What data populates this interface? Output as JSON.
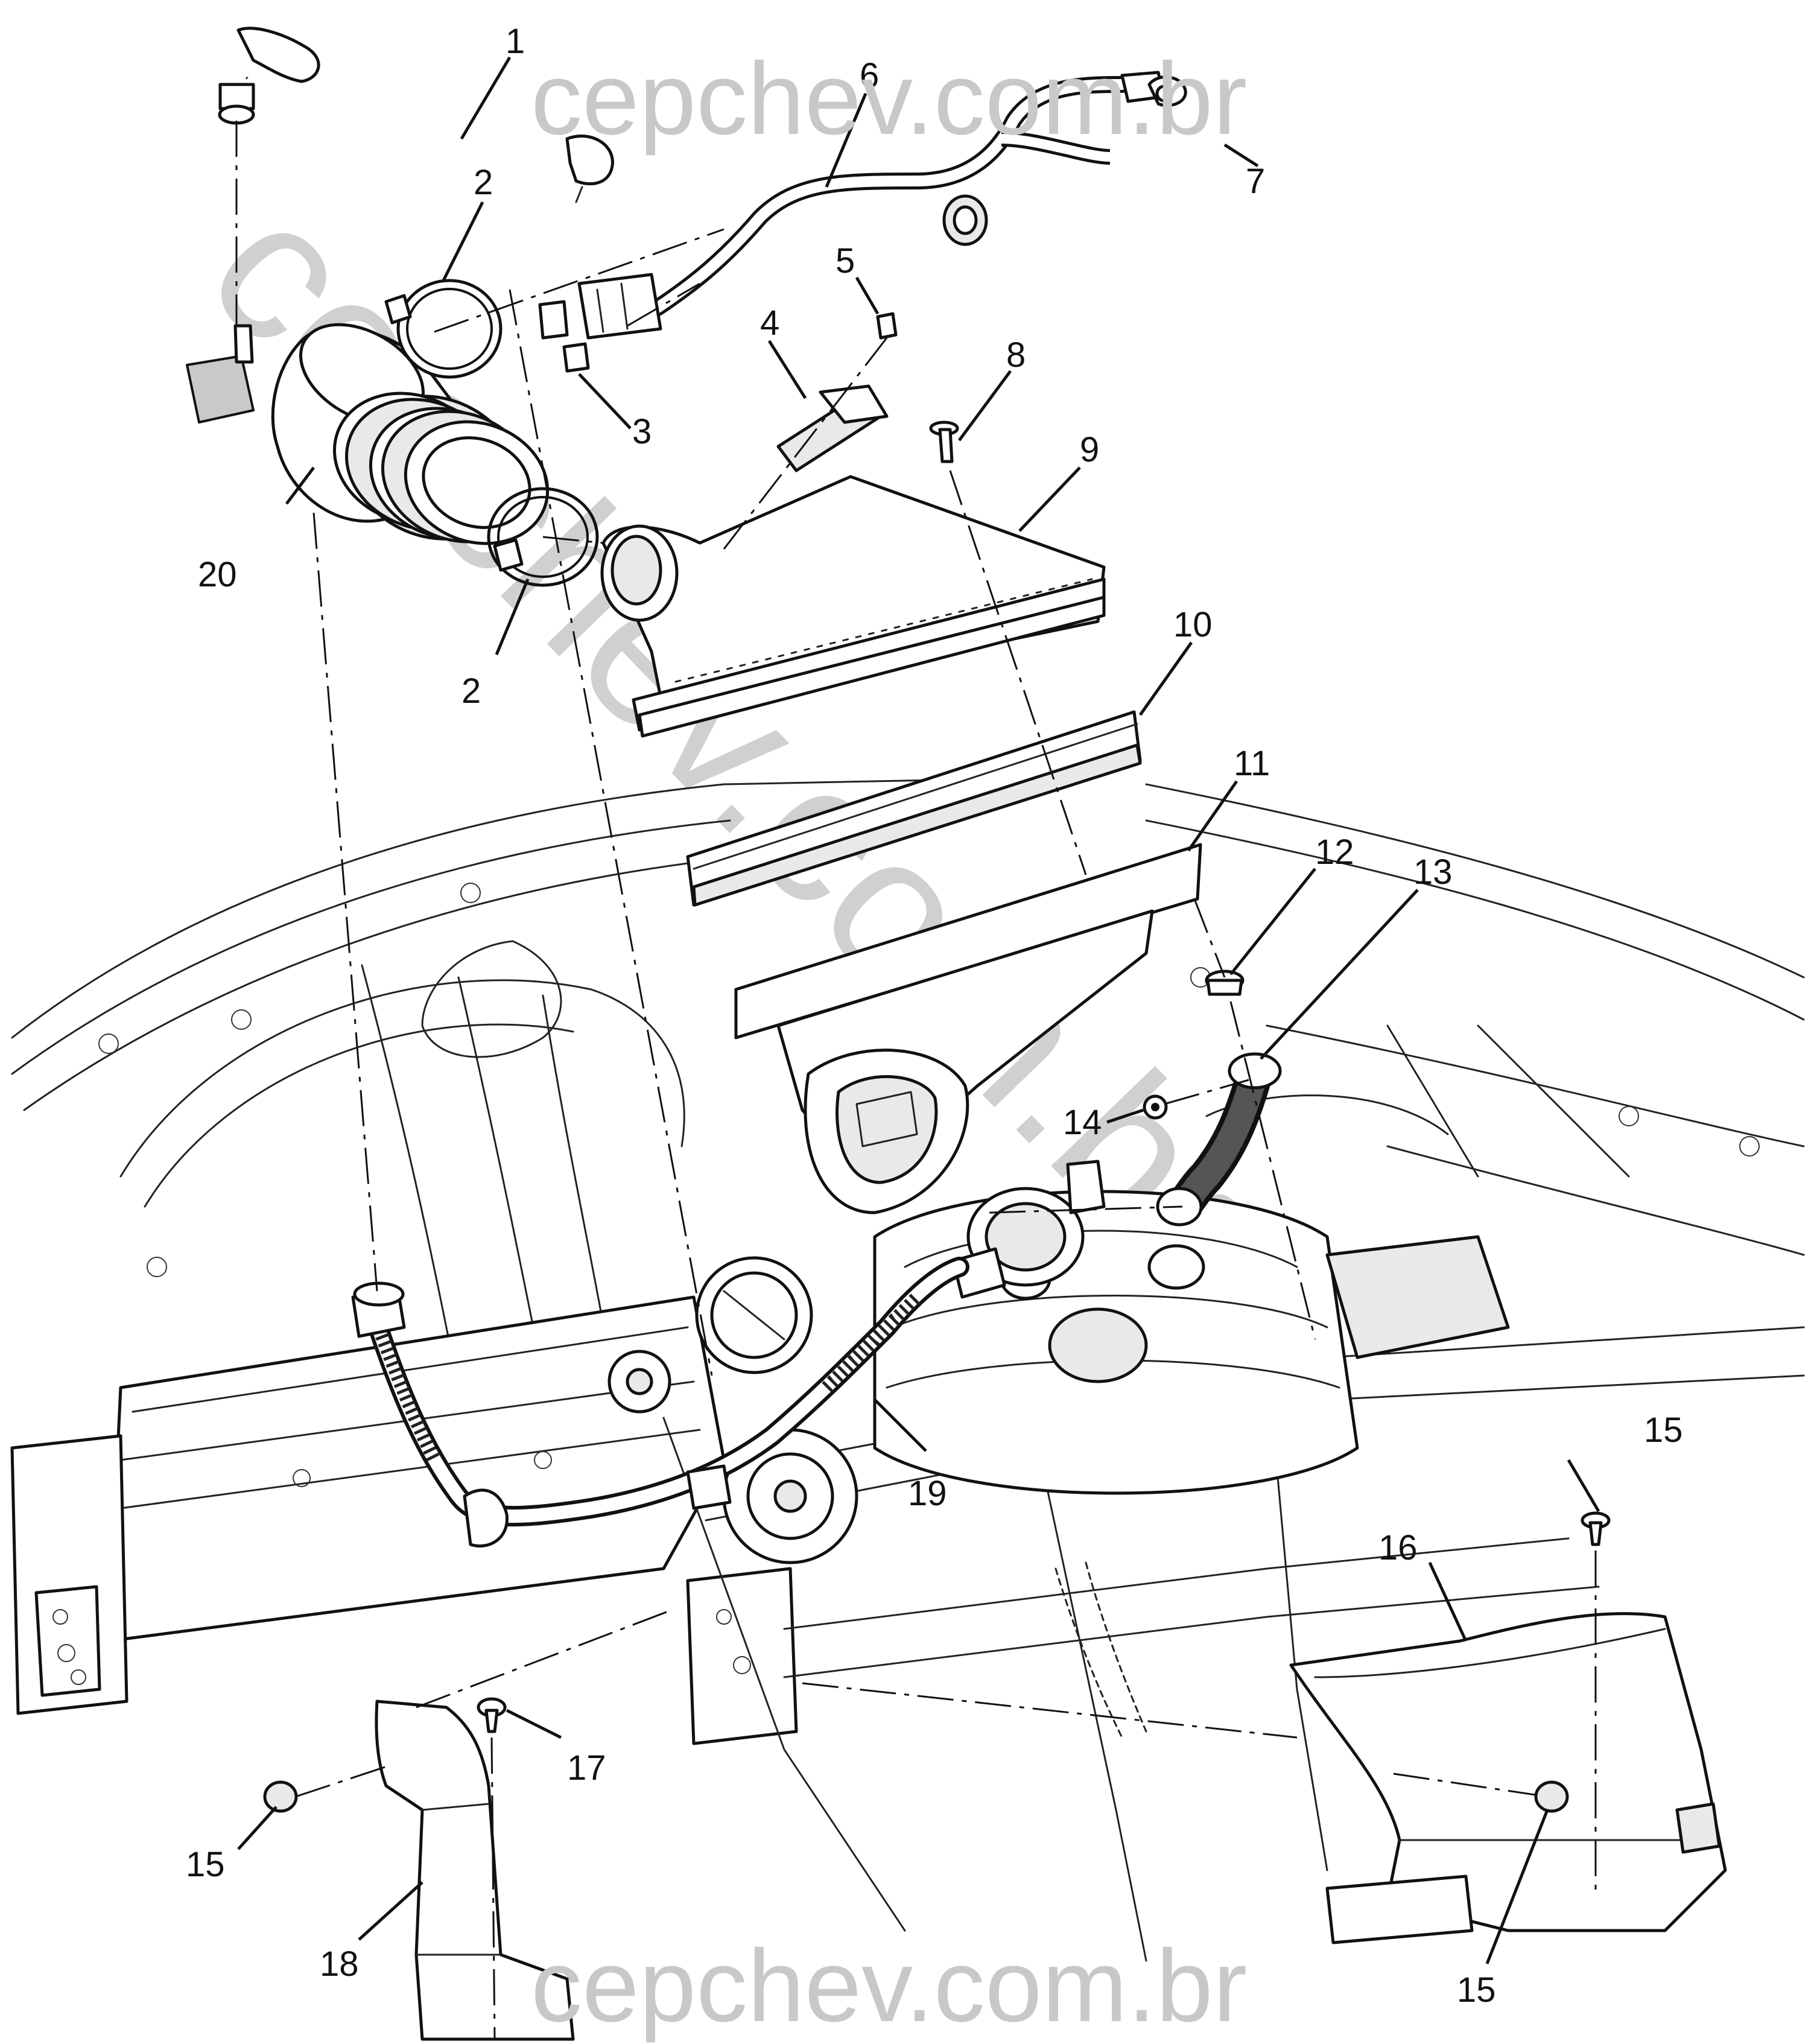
{
  "watermarks": {
    "top": "cepchev.com.br",
    "bottom": "cepchev.com.br",
    "diagonal": "cepchev.com.br"
  },
  "callouts": [
    {
      "id": "1",
      "label": "1"
    },
    {
      "id": "2a",
      "label": "2"
    },
    {
      "id": "2b",
      "label": "2"
    },
    {
      "id": "3",
      "label": "3"
    },
    {
      "id": "4",
      "label": "4"
    },
    {
      "id": "5",
      "label": "5"
    },
    {
      "id": "6",
      "label": "6"
    },
    {
      "id": "7",
      "label": "7"
    },
    {
      "id": "8",
      "label": "8"
    },
    {
      "id": "9",
      "label": "9"
    },
    {
      "id": "10",
      "label": "10"
    },
    {
      "id": "11",
      "label": "11"
    },
    {
      "id": "12",
      "label": "12"
    },
    {
      "id": "13",
      "label": "13"
    },
    {
      "id": "14",
      "label": "14"
    },
    {
      "id": "15a",
      "label": "15"
    },
    {
      "id": "15b",
      "label": "15"
    },
    {
      "id": "15c",
      "label": "15"
    },
    {
      "id": "16",
      "label": "16"
    },
    {
      "id": "17",
      "label": "17"
    },
    {
      "id": "18",
      "label": "18"
    },
    {
      "id": "19",
      "label": "19"
    },
    {
      "id": "20",
      "label": "20"
    }
  ],
  "colors": {
    "line": "#111111",
    "watermark": "#c8c8c8",
    "background": "#ffffff"
  }
}
